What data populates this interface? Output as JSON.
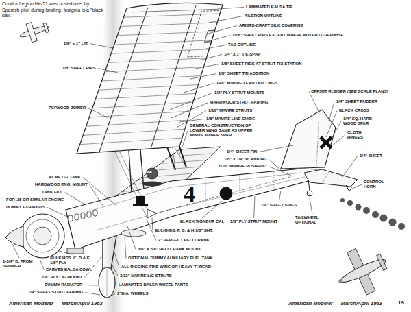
{
  "diagram": {
    "caption": "Condor Legion He-51 was nosed over by Spanish pilot during landing. Insignia is a \"black ball.\"",
    "labels": [
      "1/8\" x 1\" L/E",
      "1/8\" SHEET RIBS",
      "PLYWOOD JOINER",
      "ACME U-2 TANK",
      "HARDWOOD ENG. MOUNT",
      "TANK FILL",
      "FOR .35 OR SIMILAR ENGINE",
      "DUMMY EXHAUSTS",
      "BULK'HDS. C, D & E 1/8\" PLY",
      "CARVED BALSA COWL",
      "1-3/4\" D. FROM SPINNER",
      "1/8\" PLY L/G MOUNT",
      "DUMMY RADIATOR",
      "1/4\" SHEET STRUT FAIRING",
      "LAMINATED BALSA TIP",
      "AILERON OUTLINE",
      "ARISTO-CRAFT SILK COVERING",
      "1/16\" SHEET RIBS EXCEPT WHERE NOTED OTHERWISE",
      "TAB OUTLINE",
      "1/4\" X 1\" T/E SPAR",
      "1/8\" SHEET RIBS AT STRUT FIX STATION",
      "1/8\" SHEET T/E ADDITION",
      ".040\" M/WIRE LEAD OUT LINES",
      "1/8\" PLY STRUT MOUNTS",
      "HARDWOOD STRUT FAIRING",
      "1/16\" M/WIRE STRUTS",
      "1/8\" M/WIRE LINE GUIDE",
      "GENERAL CONSTRUCTION OF LOWER WING SAME AS UPPER MINUS JOINER SPAR",
      "1/4\" SHEET FIN",
      "1/8\" X 1/4\" PLANKING",
      "1/16\" M/WIRE PUSHROD",
      "OFFSET RUDDER (SEE SCALE PLANS)",
      "1/4\" SHEET RUDDER",
      "BLACK CROSS",
      "1/4\" SQ. HARD-WOOD SPAR",
      "CLOTH HINGES",
      "1/4\" SHEET",
      "CONTROL HORN",
      "1/8\" PLY STRUT MOUNT",
      "TAILWHEEL OPTIONAL",
      "1/4\" SHEET SIDES",
      "BLACK WONDUR CAL",
      "BULKHDS. F, G, & H 1/8\" SHT.",
      "2\" PERFECT BELLCRANK",
      "3/8\" X 5/8\" BELLCRANK MOUNT",
      "OPTIONAL DUMMY AUXILIARY FUEL TANK",
      "ALL RIGGING FINE WIRE OR HEAVY THREAD",
      "3/32\" M/WIRE L/G STRUTS",
      "LAMINATED BALSA WHEEL PANTS",
      "2\"DIA. WHEELS",
      "4",
      "American Modeler — March/April 1963",
      "American Modeler — March/April 1963",
      "19"
    ]
  }
}
